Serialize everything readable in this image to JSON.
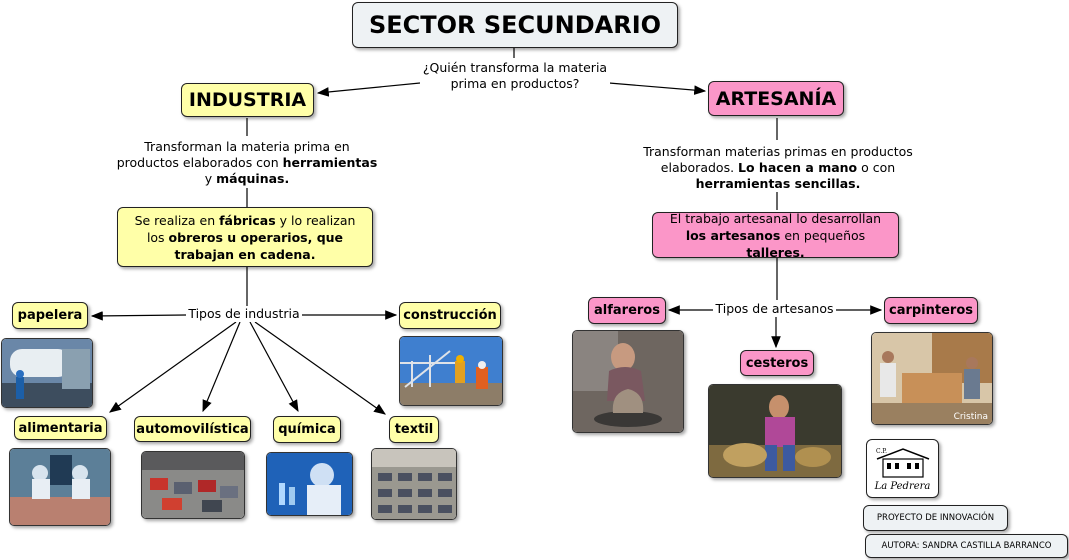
{
  "title": "SECTOR SECUNDARIO",
  "question": "¿Quién transforma la materia prima en productos?",
  "industria": {
    "label": "INDUSTRIA",
    "desc": [
      "Transforman la materia prima en productos elaborados con ",
      "herramientas",
      " y ",
      "máquinas."
    ],
    "box": [
      "Se realiza en ",
      "fábricas",
      " y lo realizan los ",
      "obreros u operarios, que trabajan en cadena."
    ],
    "types_label": "Tipos de industria",
    "types": [
      "papelera",
      "construcción",
      "alimentaria",
      "automovilística",
      "química",
      "textil"
    ]
  },
  "artesania": {
    "label": "ARTESANÍA",
    "desc": [
      "Transforman materias primas en productos elaborados. ",
      "Lo hacen a mano",
      " o con ",
      "herramientas sencillas."
    ],
    "box": [
      "El trabajo artesanal lo desarrollan ",
      "los artesanos",
      " en pequeños ",
      "talleres."
    ],
    "types_label": "Tipos de artesanos",
    "types": [
      "alfareros",
      "cesteros",
      "carpinteros"
    ]
  },
  "logo": {
    "line1": "C.P.",
    "line2": "La Pedrera"
  },
  "footer": {
    "project": "PROYECTO DE INNOVACIÓN",
    "author": "AUTORA: SANDRA CASTILLA BARRANCO"
  },
  "colors": {
    "industria": "#ffffa8",
    "artesania": "#fb96c8",
    "title_bg": "#eef2f4"
  }
}
